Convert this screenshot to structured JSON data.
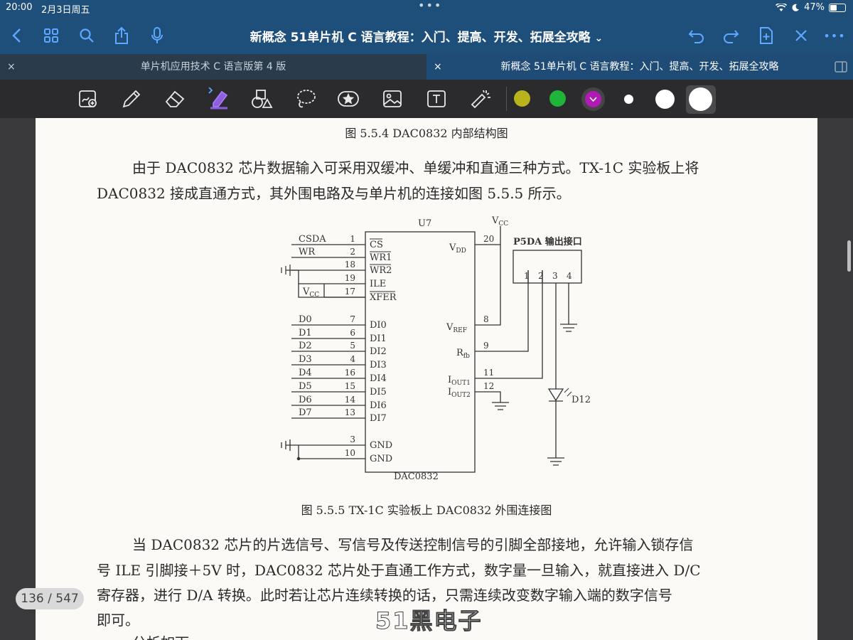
{
  "status": {
    "time": "20:00",
    "date": "2月3日周五",
    "battery": "47%"
  },
  "nav": {
    "title": "新概念 51单片机 C 语言教程：入门、提高、开发、拓展全攻略",
    "title_arrow": "⌄",
    "more": "•••"
  },
  "tabs": [
    {
      "label": "单片机应用技术 C 语言版第 4 版",
      "close": "×"
    },
    {
      "label": "新概念 51单片机 C 语言教程：入门、提高、开发、拓展全攻略",
      "close": "×"
    }
  ],
  "toolbar": {
    "colors": {
      "yellow": "#b8b41c",
      "green": "#1fb53a",
      "purple": "#b01ab5",
      "accent": "#5ea8ff"
    }
  },
  "page": {
    "fig_caption_top": "图 5.5.4    DAC0832 内部结构图",
    "para1_line1": "由于 DAC0832 芯片数据输入可采用双缓冲、单缓冲和直通三种方式。TX-1C 实验板上将",
    "para1_line2": "DAC0832 接成直通方式，其外围电路及与单片机的连接如图 5.5.5 所示。",
    "fig_caption_bottom": "图 5.5.5    TX-1C 实验板上 DAC0832 外围连接图",
    "para2_line1": "当 DAC0832 芯片的片选信号、写信号及传送控制信号的引脚全部接地，允许输入锁存信",
    "para2_line2": "号 ILE 引脚接＋5V 时，DAC0832 芯片处于直通工作方式，数字量一旦输入，就直接进入 D/C",
    "para2_line3": "寄存器，进行 D/A 转换。此时若让芯片连续转换的话，只需连续改变数字输入端的数字信号",
    "para2_line4": "即可。",
    "para3_partial": "分析如下"
  },
  "circuit": {
    "chip_ref": "U7",
    "chip_name": "DAC0832",
    "vcc_top": "V",
    "vcc_top_sub": "CC",
    "vcc_left": "V",
    "vcc_left_sub": "CC",
    "connector": "P5DA 输出接口",
    "connector_pins": [
      "1",
      "2",
      "3",
      "4"
    ],
    "led": "D12",
    "left_labels": [
      "CSDA",
      "WR",
      "D0",
      "D1",
      "D2",
      "D3",
      "D4",
      "D5",
      "D6",
      "D7"
    ],
    "left_pins": [
      "1",
      "2",
      "18",
      "19",
      "17",
      "7",
      "6",
      "5",
      "4",
      "16",
      "15",
      "14",
      "13",
      "3",
      "10"
    ],
    "inner_left": [
      "CS",
      "WR1",
      "WR2",
      "ILE",
      "XFER",
      "DI0",
      "DI1",
      "DI2",
      "DI3",
      "DI4",
      "DI5",
      "DI6",
      "DI7",
      "GND",
      "GND"
    ],
    "right_pins": [
      "20",
      "8",
      "9",
      "11",
      "12"
    ],
    "inner_right": {
      "vdd": "V",
      "vdd_sub": "DD",
      "vref": "V",
      "vref_sub": "REF",
      "rfb": "R",
      "rfb_sub": "fb",
      "iout1": "I",
      "iout1_sub": "OUT1",
      "iout2": "I",
      "iout2_sub": "OUT2"
    }
  },
  "footer": {
    "page_counter": "136 / 547",
    "watermark": "51黑电子"
  }
}
